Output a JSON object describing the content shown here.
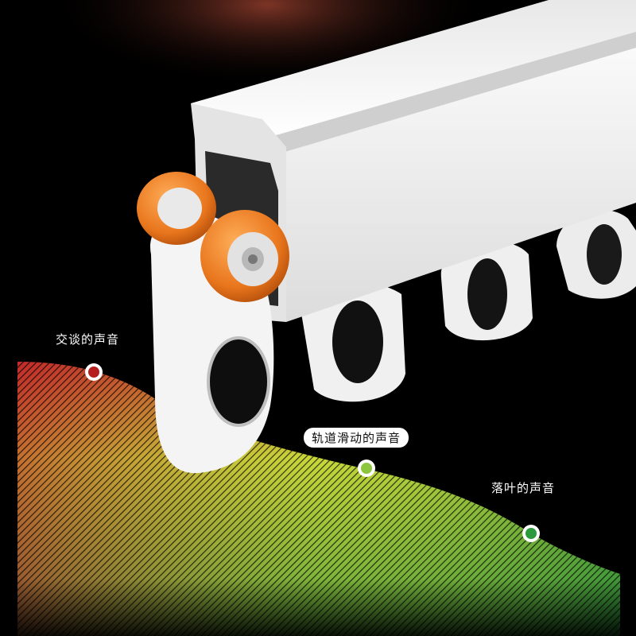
{
  "annotations": {
    "talking": "交谈的声音",
    "track_sliding": "轨道滑动的声音",
    "falling_leaves": "落叶的声音"
  },
  "colors": {
    "background": "#000000",
    "track": "#f2f2f2",
    "roller": "#e8751c",
    "curve_red": "#c22a2a",
    "curve_yellow": "#c8d83a",
    "curve_green": "#2f8f3a",
    "dot_talking": "#b51f1f",
    "dot_track": "#8cc63e",
    "dot_leaves": "#2a9a3c"
  },
  "icons": [
    "talking-dot-icon",
    "track-sliding-dot-icon",
    "falling-leaves-dot-icon"
  ]
}
